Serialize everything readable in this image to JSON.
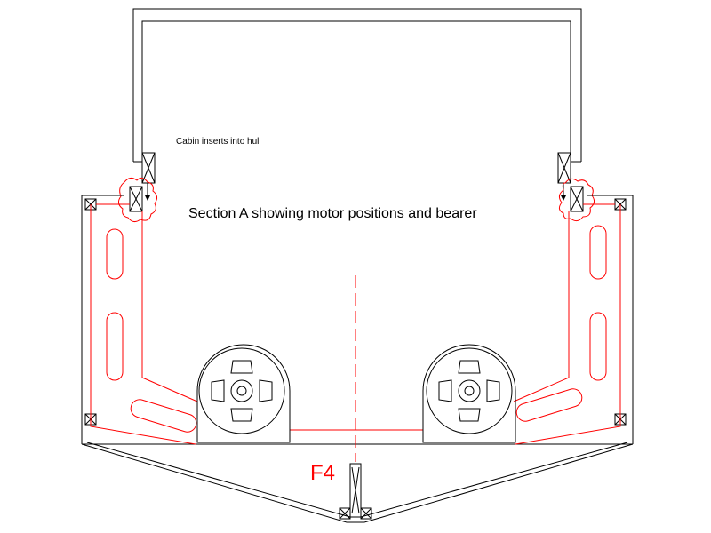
{
  "labels": {
    "cabin_note": "Cabin inserts into hull",
    "section_title": "Section A showing motor positions and bearer",
    "frame_label": "F4"
  },
  "colors": {
    "outline": "#000000",
    "structure": "#ff0000",
    "background": "#ffffff"
  }
}
